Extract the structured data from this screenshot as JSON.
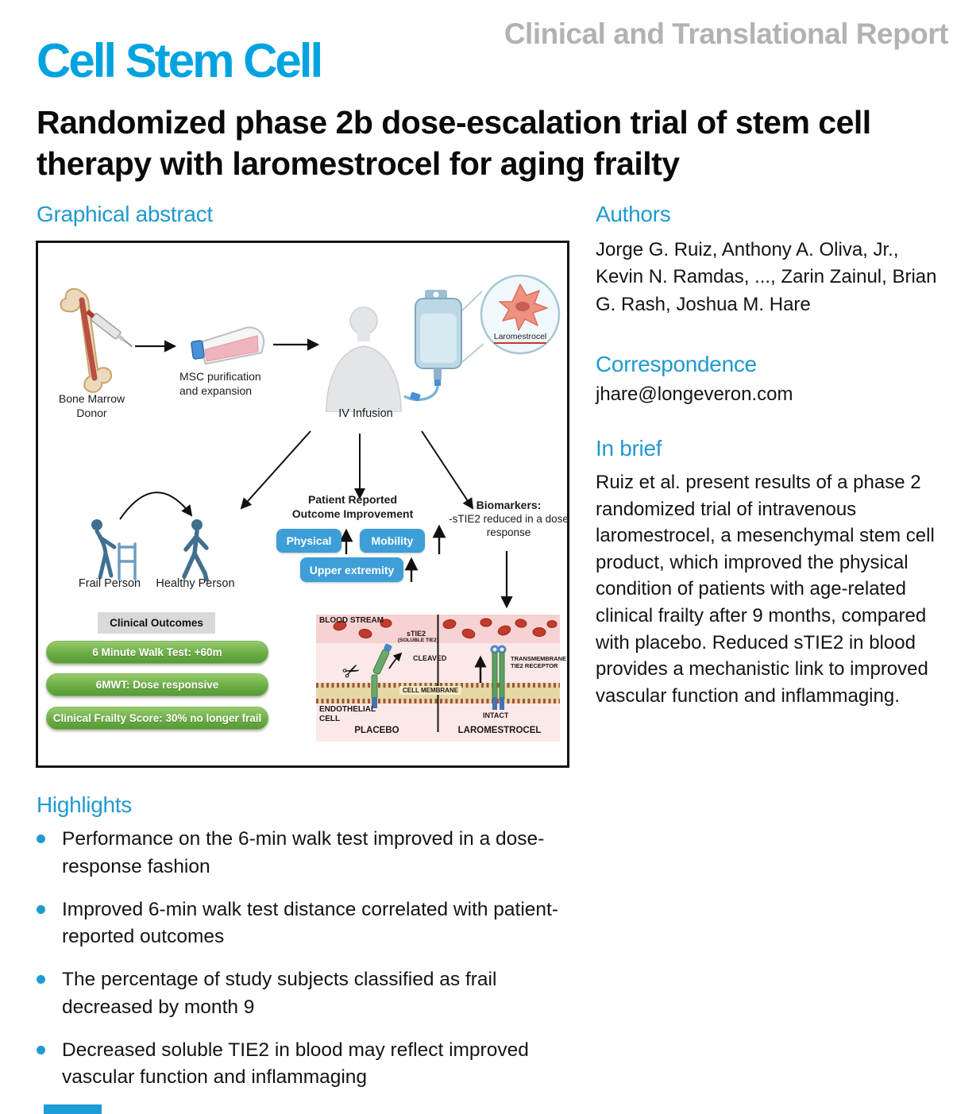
{
  "header": {
    "journal": "Cell Stem Cell",
    "report_type": "Clinical and Translational Report",
    "title": "Randomized phase 2b dose-escalation trial of stem cell therapy with laromestrocel for aging frailty"
  },
  "abstract": {
    "heading": "Graphical abstract",
    "bone_marrow_label": "Bone Marrow Donor",
    "msc_label": "MSC purification and expansion",
    "iv_label": "IV Infusion",
    "cell_label": "Laromestrocel",
    "frail_label": "Frail Person",
    "healthy_label": "Healthy Person",
    "pro_heading": "Patient Reported Outcome Improvement",
    "pro_boxes": [
      "Physical",
      "Mobility",
      "Upper extremity"
    ],
    "biomarkers_heading": "Biomarkers:",
    "biomarkers_text": "-sTIE2 reduced in a dose response",
    "outcomes_heading": "Clinical Outcomes",
    "outcome_pills": [
      "6 Minute Walk Test: +60m",
      "6MWT: Dose responsive",
      "Clinical Frailty Score: 30% no longer frail"
    ],
    "membrane": {
      "blood_stream": "BLOOD STREAM",
      "stie2": "sTIE2",
      "stie2_sub": "(SOLUBLE TIE2)",
      "cleaved": "CLEAVED",
      "cell_membrane": "CELL MEMBRANE",
      "endothelial_cell": "ENDOTHELIAL CELL",
      "intact": "INTACT",
      "placebo": "PLACEBO",
      "laromestrocel": "LAROMESTROCEL",
      "receptor": "TRANSMEMBRANE TIE2 RECEPTOR"
    }
  },
  "authors": {
    "heading": "Authors",
    "names": "Jorge G. Ruiz, Anthony A. Oliva, Jr., Kevin N. Ramdas, ..., Zarin Zainul, Brian G. Rash, Joshua M. Hare"
  },
  "correspondence": {
    "heading": "Correspondence",
    "email": "jhare@longeveron.com"
  },
  "in_brief": {
    "heading": "In brief",
    "text": "Ruiz et al. present results of a phase 2 randomized trial of intravenous laromestrocel, a mesenchymal stem cell product, which improved the physical condition of patients with age-related clinical frailty after 9 months, compared with placebo. Reduced sTIE2 in blood provides a mechanistic link to improved vascular function and inflammaging."
  },
  "highlights": {
    "heading": "Highlights",
    "items": [
      "Performance on the 6-min walk test improved in a dose-response fashion",
      "Improved 6-min walk test distance correlated with patient-reported outcomes",
      "The percentage of study subjects classified as frail decreased by month 9",
      "Decreased soluble TIE2 in blood may reflect improved vascular function and inflammaging"
    ]
  },
  "colors": {
    "accent_blue": "#1E9CD7",
    "logo_blue": "#00A3DF",
    "muted_gray": "#B2B2B5",
    "pill_green": "#6CAE45",
    "box_blue": "#3D9ED8"
  }
}
